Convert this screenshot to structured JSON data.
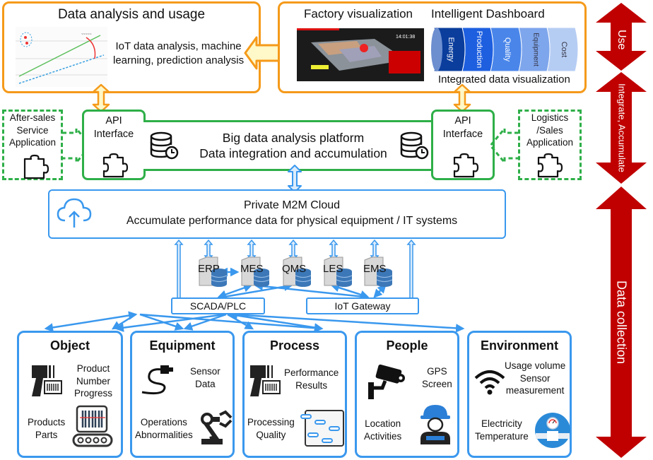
{
  "top": {
    "analysis": {
      "title": "Data analysis and usage",
      "description_line1": "IoT data analysis, machine",
      "description_line2": "learning, prediction analysis"
    },
    "visualization": {
      "title_left": "Factory visualization",
      "title_right": "Intelligent Dashboard",
      "caption": "Integrated data visualization",
      "dashboard_segments": [
        {
          "label": "Energy",
          "color": "#0a3d9c"
        },
        {
          "label": "Production",
          "color": "#1e5fe0"
        },
        {
          "label": "Quality",
          "color": "#4a86ea"
        },
        {
          "label": "Equipment",
          "color": "#7ea6ec"
        },
        {
          "label": "Cost",
          "color": "#b6cdf3"
        }
      ]
    }
  },
  "platform": {
    "api_left": {
      "line1": "API",
      "line2": "Interface"
    },
    "api_right": {
      "line1": "API",
      "line2": "Interface"
    },
    "title_line1": "Big data analysis platform",
    "title_line2": "Data integration and accumulation",
    "after_sales": {
      "line1": "After-sales",
      "line2": "Service",
      "line3": "Application"
    },
    "logistics": {
      "line1": "Logistics",
      "line2": "/Sales",
      "line3": "Application"
    }
  },
  "cloud": {
    "title": "Private M2M Cloud",
    "subtitle": "Accumulate performance data for physical equipment / IT systems"
  },
  "systems": [
    "ERP",
    "MES",
    "QMS",
    "LES",
    "EMS"
  ],
  "gateways": {
    "scada": "SCADA/PLC",
    "iot": "IoT Gateway"
  },
  "categories": [
    {
      "title": "Object",
      "text1_l1": "Product",
      "text1_l2": "Number",
      "text1_l3": "Progress",
      "text2_l1": "Products",
      "text2_l2": "Parts"
    },
    {
      "title": "Equipment",
      "text1_l1": "Sensor",
      "text1_l2": "Data",
      "text2_l1": "Operations",
      "text2_l2": "Abnormalities"
    },
    {
      "title": "Process",
      "text1_l1": "Performance",
      "text1_l2": "Results",
      "text2_l1": "Processing",
      "text2_l2": "Quality"
    },
    {
      "title": "People",
      "text1_l1": "GPS",
      "text1_l2": "Screen",
      "text2_l1": "Location",
      "text2_l2": "Activities"
    },
    {
      "title": "Environment",
      "text1_l1": "Usage volume",
      "text1_l2": "Sensor",
      "text1_l3": "measurement",
      "text2_l1": "Electricity",
      "text2_l2": "Temperature"
    }
  ],
  "phases": {
    "use": "Use",
    "integrate": "Integrate, Accumulate",
    "collect": "Data collection"
  },
  "colors": {
    "orange": "#f59a1a",
    "green": "#2eaf48",
    "blue": "#3a98ee",
    "red": "#c00000"
  }
}
